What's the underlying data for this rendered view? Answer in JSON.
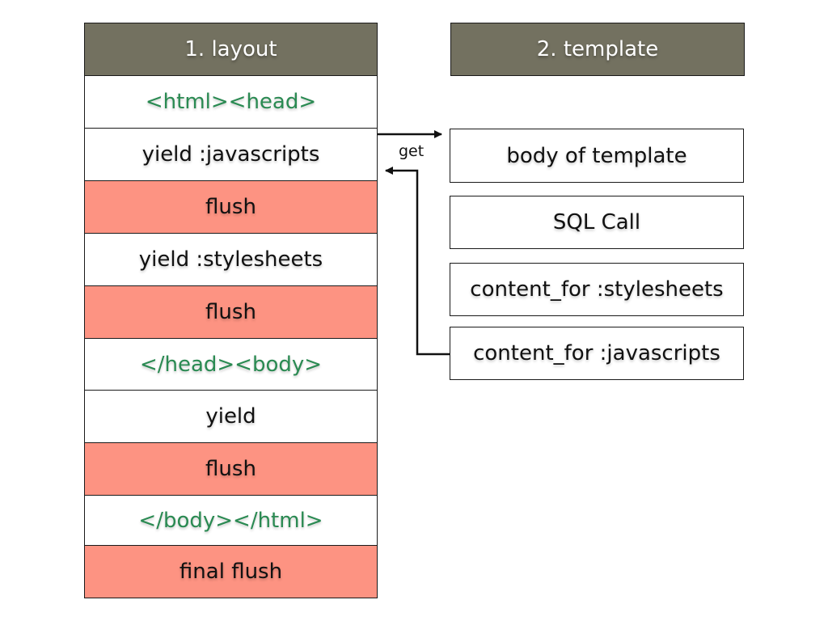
{
  "layout": {
    "title": "1. layout",
    "rows": [
      {
        "text": "<html><head>",
        "kind": "tag"
      },
      {
        "text": "yield :javascripts",
        "kind": "plain"
      },
      {
        "text": "flush",
        "kind": "flush"
      },
      {
        "text": "yield :stylesheets",
        "kind": "plain"
      },
      {
        "text": "flush",
        "kind": "flush"
      },
      {
        "text": "</head><body>",
        "kind": "tag"
      },
      {
        "text": "yield",
        "kind": "plain"
      },
      {
        "text": "flush",
        "kind": "flush"
      },
      {
        "text": "</body></html>",
        "kind": "tag"
      },
      {
        "text": "final flush",
        "kind": "flush"
      }
    ]
  },
  "template": {
    "title": "2. template",
    "items": [
      {
        "text": "body of template"
      },
      {
        "text": "SQL Call"
      },
      {
        "text": "content_for :stylesheets"
      },
      {
        "text": "content_for :javascripts"
      }
    ]
  },
  "connector": {
    "label": "get"
  },
  "colors": {
    "header_bg": "#737160",
    "flush_bg": "#fd9382",
    "tag_text": "#2a8a52"
  }
}
